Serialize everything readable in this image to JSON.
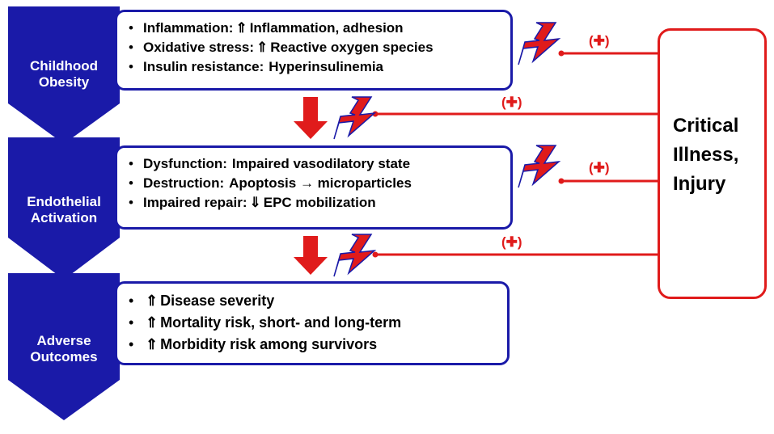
{
  "stages": [
    {
      "label": "Childhood\nObesity"
    },
    {
      "label": "Endothelial\nActivation"
    },
    {
      "label": "Adverse\nOutcomes"
    }
  ],
  "boxes": {
    "obesity": [
      {
        "bullet": "•",
        "prefix": "Inflammation:",
        "glyph": "⇑",
        "text": "Inflammation, adhesion"
      },
      {
        "bullet": "•",
        "prefix": "Oxidative stress:",
        "glyph": "⇑",
        "text": "Reactive oxygen species"
      },
      {
        "bullet": "•",
        "prefix": "Insulin resistance:",
        "glyph": "",
        "text": "Hyperinsulinemia"
      }
    ],
    "endothelial": [
      {
        "bullet": "•",
        "prefix": "Dysfunction:",
        "glyph": "",
        "text": "Impaired vasodilatory state"
      },
      {
        "bullet": "•",
        "prefix": "Destruction:",
        "glyph": "",
        "text": "Apoptosis → microparticles"
      },
      {
        "bullet": "•",
        "prefix": "Impaired repair:",
        "glyph": "⇓",
        "text": "EPC mobilization"
      }
    ],
    "outcomes": [
      {
        "bullet": "•",
        "prefix": "",
        "glyph": "⇑",
        "text": "Disease severity"
      },
      {
        "bullet": "•",
        "prefix": "",
        "glyph": "⇑",
        "text": "Mortality risk, short- and long-term"
      },
      {
        "bullet": "•",
        "prefix": "",
        "glyph": "⇑",
        "text": "Morbidity risk among survivors"
      }
    ]
  },
  "critical_illness": {
    "text": "Critical\nIllness,\nInjury"
  },
  "plus_labels": [
    "(✚)",
    "(✚)",
    "(✚)",
    "(✚)"
  ],
  "colors": {
    "chevron": "#1a1aa8",
    "accent": "#e01b1b",
    "bolt_fill": "#e01b1b",
    "bolt_stroke": "#1a1aa8"
  }
}
